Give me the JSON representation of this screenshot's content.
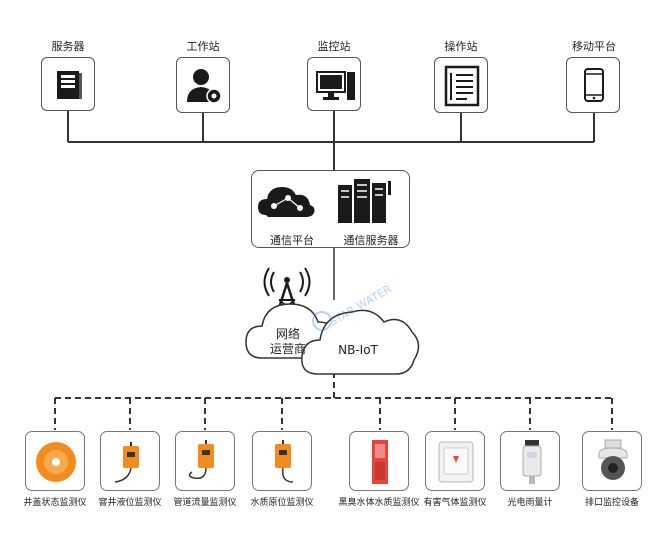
{
  "top_nodes": [
    {
      "label": "服务器",
      "icon": "server-icon"
    },
    {
      "label": "工作站",
      "icon": "user-settings-icon"
    },
    {
      "label": "监控站",
      "icon": "desktop-computer-icon"
    },
    {
      "label": "操作站",
      "icon": "control-panel-icon"
    },
    {
      "label": "移动平台",
      "icon": "smartphone-icon"
    }
  ],
  "hub": {
    "comm_platform": "通信平台",
    "comm_server": "通信服务器"
  },
  "network": {
    "operator": [
      "网络",
      "运营商"
    ],
    "nbiot": "NB-IoT",
    "watermark": "STAR WATER"
  },
  "devices": [
    {
      "label": "井盖状态监测仪",
      "icon": "manhole-sensor-icon"
    },
    {
      "label": "窨井液位监测仪",
      "icon": "level-meter-icon"
    },
    {
      "label": "管道流量监测仪",
      "icon": "flow-meter-icon"
    },
    {
      "label": "水质原位监测仪",
      "icon": "water-quality-meter-icon"
    },
    {
      "label": "黑臭水体水质监测仪",
      "icon": "water-quality-cabinet-icon"
    },
    {
      "label": "有害气体监测仪",
      "icon": "gas-detector-icon"
    },
    {
      "label": "光电雨量计",
      "icon": "rain-gauge-icon"
    },
    {
      "label": "排口监控设备",
      "icon": "dome-camera-icon"
    }
  ],
  "colors": {
    "accent": "#f28c1e",
    "line": "#333333",
    "icon": "#1a1a1a"
  }
}
